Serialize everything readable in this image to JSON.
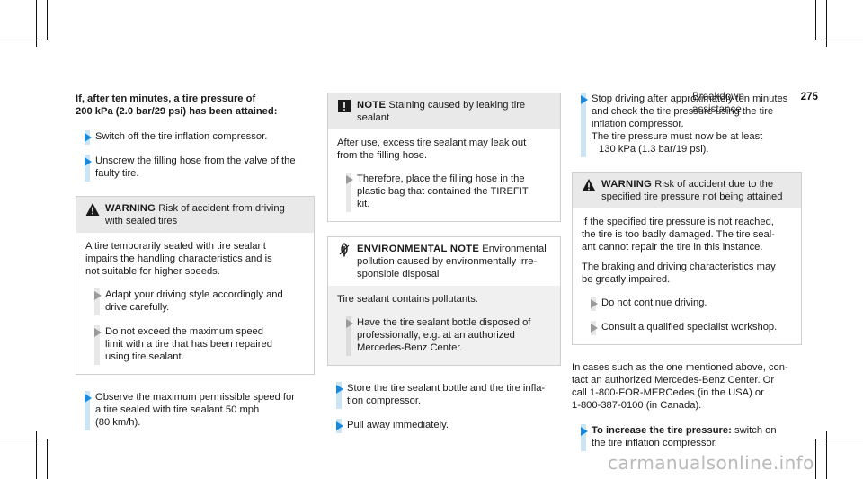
{
  "header": {
    "section": "Breakdown assistance",
    "page": "275"
  },
  "col1": {
    "heading_line1": "If, after ten minutes, a tire pressure of",
    "heading_line2": "200 kPa (2.0 bar/29 psi) has been attained:",
    "step1": "Switch off the tire inflation compressor.",
    "step2_line1": "Unscrew the filling hose from the valve of the",
    "step2_line2": "faulty tire.",
    "warning": {
      "label": "WARNING",
      "title_line1": "Risk of accident from driving",
      "title_line2": "with sealed tires",
      "body_line1": "A tire temporarily sealed with tire sealant",
      "body_line2": "impairs the handling characteristics and is",
      "body_line3": "not suitable for higher speeds.",
      "sub1_line1": "Adapt your driving style accordingly and",
      "sub1_line2": "drive carefully.",
      "sub2_line1": "Do not exceed the maximum speed",
      "sub2_line2": "limit with a tire that has been repaired",
      "sub2_line3": "using tire sealant."
    },
    "step3_line1": "Observe the maximum permissible speed for",
    "step3_line2": "a tire sealed with tire sealant 50 mph",
    "step3_line3": "(80 km/h)."
  },
  "col2": {
    "note": {
      "label": "NOTE",
      "title_line1": "Staining caused by leaking tire",
      "title_line2": "sealant",
      "body_line1": "After use, excess tire sealant may leak out",
      "body_line2": "from the filling hose.",
      "sub1_line1": "Therefore, place the filling hose in the",
      "sub1_line2": "plastic bag that contained the TIREFIT",
      "sub1_line3": "kit."
    },
    "env": {
      "label": "ENVIRONMENTAL NOTE",
      "title_line1": "Environmental",
      "title_line2": "pollution caused by environmentally irre-",
      "title_line3": "sponsible disposal",
      "body_line1": "Tire sealant contains pollutants.",
      "sub1_line1": "Have the tire sealant bottle disposed of",
      "sub1_line2": "professionally, e.g. at an authorized",
      "sub1_line3": "Mercedes-Benz Center."
    },
    "step1_line1": "Store the tire sealant bottle and the tire infla-",
    "step1_line2": "tion compressor.",
    "step2": "Pull away immediately."
  },
  "col3": {
    "step1_line1": "Stop driving after approximately ten minutes",
    "step1_line2": "and check the tire pressure using the tire",
    "step1_line3": "inflation compressor.",
    "step1_line4": "The tire pressure must now be at least",
    "step1_line5": "130 kPa (1.3 bar/19 psi).",
    "warning": {
      "label": "WARNING",
      "title_line1": "Risk of accident due to the",
      "title_line2": "specified tire pressure not being attained",
      "body1_line1": "If the specified tire pressure is not reached,",
      "body1_line2": "the tire is too badly damaged. The tire seal-",
      "body1_line3": "ant cannot repair the tire in this instance.",
      "body2_line1": "The braking and driving characteristics may",
      "body2_line2": "be greatly impaired.",
      "sub1": "Do not continue driving.",
      "sub2": "Consult a qualified specialist workshop."
    },
    "para_line1": "In cases such as the one mentioned above, con-",
    "para_line2": "tact an authorized Mercedes-Benz Center. Or",
    "para_line3": "call 1-800-FOR-MERCedes (in the USA) or",
    "para_line4": "1-800-387-0100 (in Canada).",
    "step2_bold": "To increase the tire pressure:",
    "step2_rest_line1": "switch on",
    "step2_rest_line2": "the tire inflation compressor."
  },
  "watermark": "carmanualsonline.info"
}
